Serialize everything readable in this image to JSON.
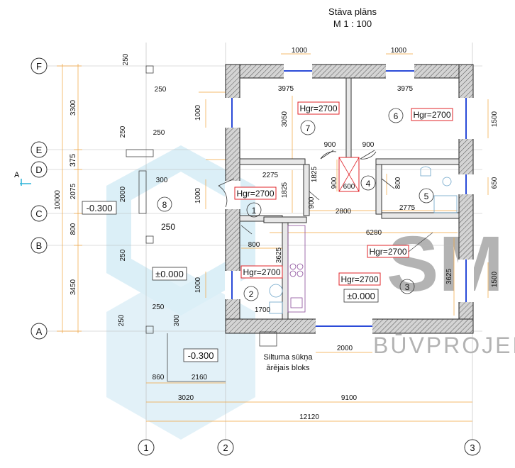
{
  "title": "Stāva plāns",
  "scale": "M 1 : 100",
  "watermark": "BŪVPROJEK",
  "axes": {
    "rows": [
      "F",
      "E",
      "D",
      "C",
      "B",
      "A"
    ],
    "cols": [
      "1",
      "2",
      "3"
    ]
  },
  "section_marker": "A",
  "rooms": {
    "r1": "1",
    "r2": "2",
    "r3": "3",
    "r4": "4",
    "r5": "5",
    "r6": "6",
    "r7": "7",
    "r8": "8"
  },
  "heights": {
    "r7": "Hgr=2700",
    "r6": "Hgr=2700",
    "r1": "Hgr=2700",
    "r2": "Hgr=2700",
    "r3": "Hgr=2700",
    "r3b": "Hgr=2700"
  },
  "levels": {
    "outside_left": "-0.300",
    "room8": "±0.000",
    "room3": "±0.000",
    "outside_bottom": "-0.300"
  },
  "annotation": {
    "line1": "Siltuma sūkņa",
    "line2": "ārējais bloks"
  },
  "dimensions": {
    "left_total": "10000",
    "left_3300": "3300",
    "left_375": "375",
    "left_2075": "2075",
    "left_800": "800",
    "left_3450": "3450",
    "w_top_1000a": "1000",
    "w_top_1000b": "1000",
    "r7_width": "3975",
    "r6_width": "3975",
    "r7_win": "1000",
    "r7_height": "3050",
    "r6_win": "1500",
    "d900a": "900",
    "d900b": "900",
    "d900c": "900",
    "d900d": "900",
    "d600": "600",
    "d1825a": "1825",
    "d1825b": "1825",
    "d800_bath": "800",
    "d650": "650",
    "d2275": "2275",
    "d1000_hall": "1000",
    "d2800": "2800",
    "d2775": "2775",
    "d6280": "6280",
    "d800_hall": "800",
    "d3625a": "3625",
    "d3625b": "3625",
    "d1000_r2": "1000",
    "d1700": "1700",
    "d1500_r3": "1500",
    "d2000_bottom": "2000",
    "ext_250a": "250",
    "ext_250b": "250",
    "ext_250c": "250",
    "ext_250d": "250",
    "ext_300a": "300",
    "ext_2000": "2000",
    "ext_250e": "250",
    "ext_250f": "250",
    "ext_250g": "250",
    "ext_250h": "250",
    "ext_300b": "300",
    "d860": "860",
    "d2160": "2160",
    "d3020": "3020",
    "d9100": "9100",
    "d12120": "12120"
  },
  "colors": {
    "wall_fill": "#cfcfcf",
    "hatch": "#4b4b4b",
    "dim_line": "#f2a43c",
    "label_box": "#e0242a",
    "window": "#2b4bd8",
    "watermark": "#9fd3e8"
  }
}
